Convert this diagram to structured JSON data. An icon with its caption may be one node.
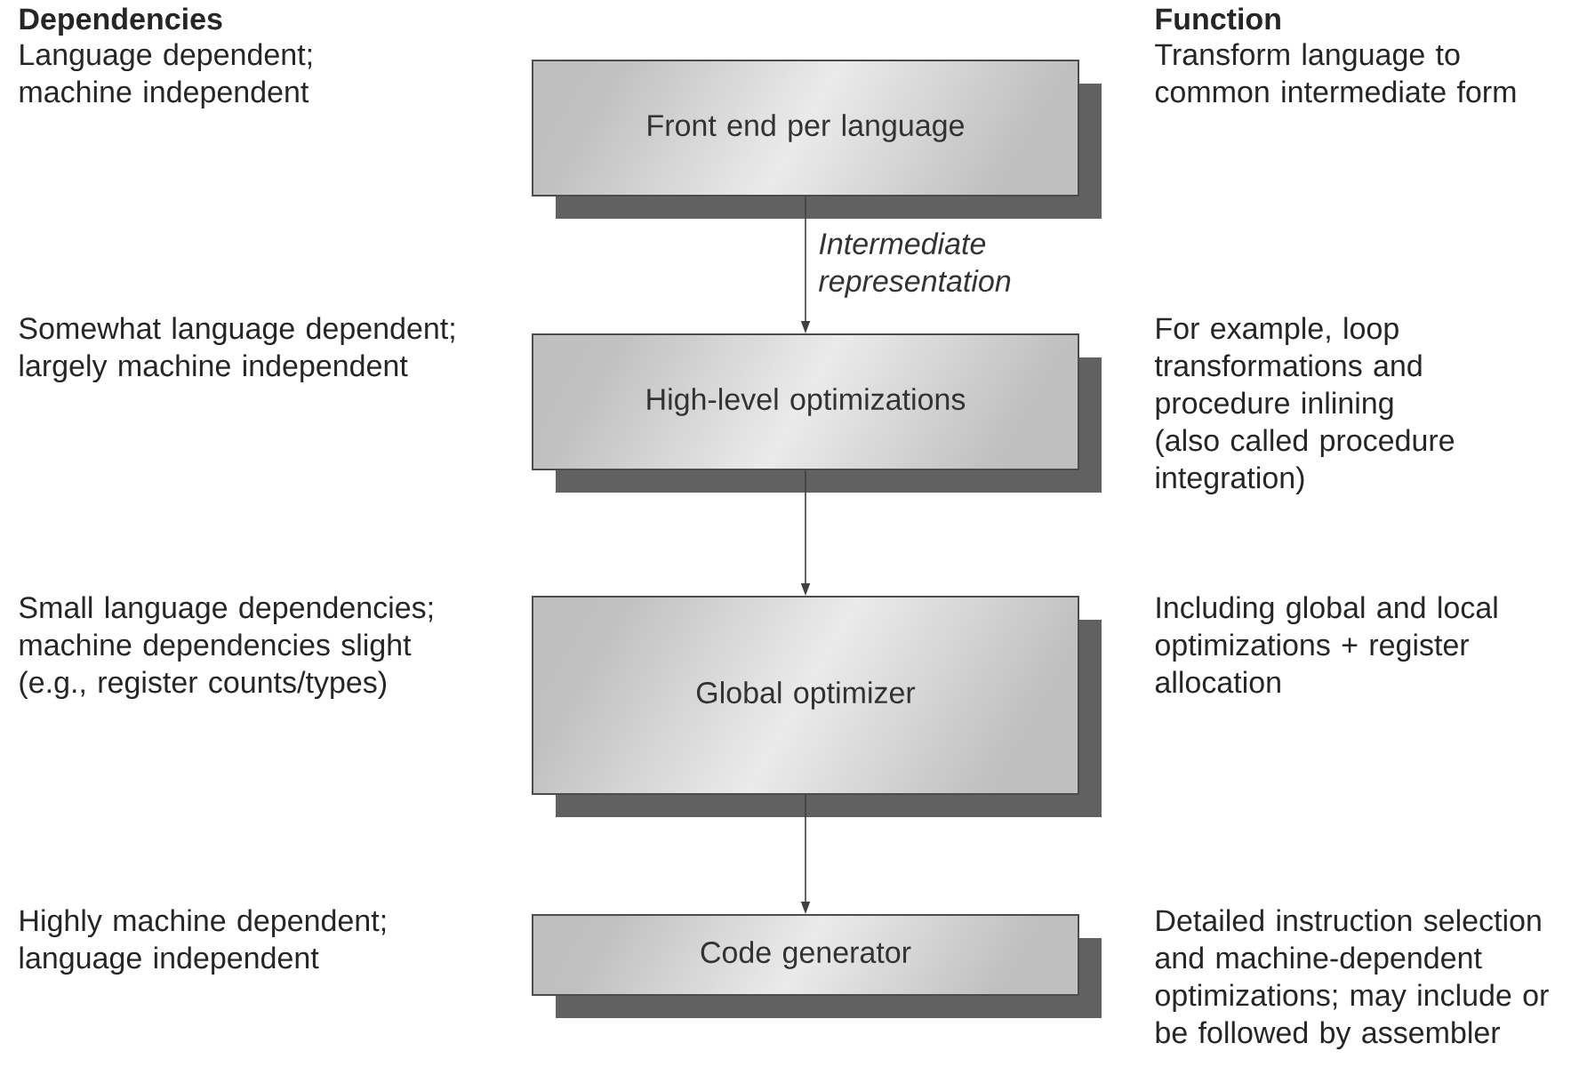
{
  "diagram": {
    "nodes": [
      {
        "text": [
          "Front end per language"
        ]
      },
      {
        "text": [
          "High-level optimizations"
        ]
      },
      {
        "text": [
          "Global optimizer"
        ]
      },
      {
        "text": [
          "Code generator"
        ]
      }
    ],
    "edges": [
      {
        "from": 0,
        "to": 1,
        "arrow": "to",
        "label": "Intermediate representation"
      },
      {
        "from": 1,
        "to": 2,
        "arrow": "to"
      },
      {
        "from": 2,
        "to": 3,
        "arrow": "to"
      }
    ],
    "labels": [
      "Dependencies",
      "Function",
      "Language dependent; machine independent",
      "Transform language to common intermediate form",
      "Somewhat language dependent; largely machine independent",
      "For example, loop transformations and procedure inlining (also called procedure integration)",
      "Small language dependencies; machine dependencies slight (e.g., register counts/types)",
      "Including global and local optimizations + register allocation",
      "Highly machine dependent; language independent",
      "Detailed instruction selection and machine-dependent optimizations; may include or be followed by assembler"
    ]
  }
}
